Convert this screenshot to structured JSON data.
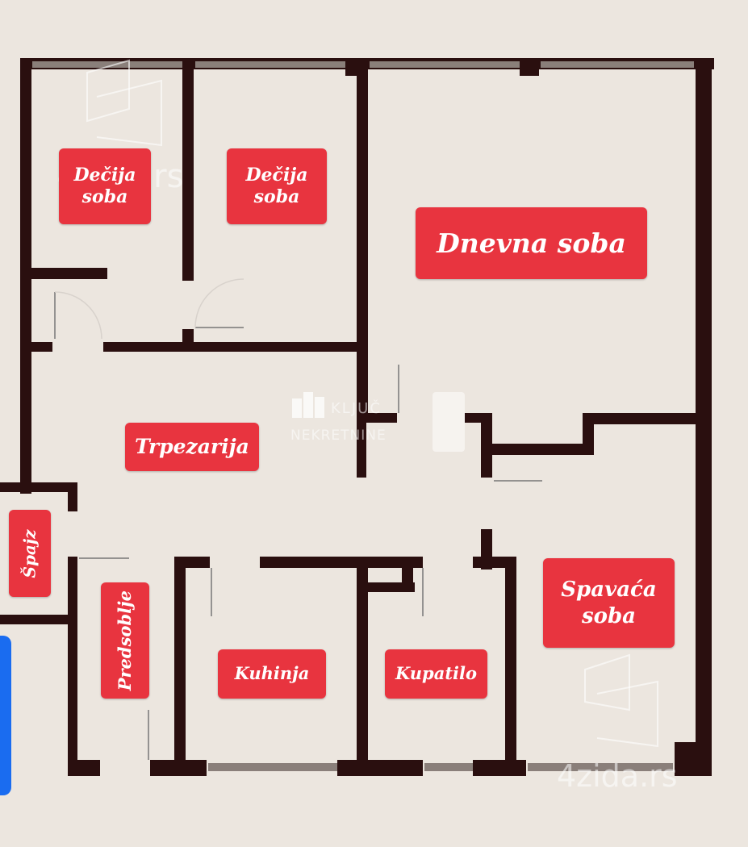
{
  "colors": {
    "background": "#ece6df",
    "wall": "#2a0f0f",
    "window": "#8a7f7a",
    "label_bg": "#e8343f",
    "label_text": "#ffffff",
    "edge_tab": "#1a6cf0"
  },
  "rooms": {
    "kids_room_1": {
      "line1": "Dečija",
      "line2": "soba"
    },
    "kids_room_2": {
      "line1": "Dečija",
      "line2": "soba"
    },
    "living_room": {
      "label": "Dnevna soba"
    },
    "dining": {
      "label": "Trpezarija"
    },
    "pantry": {
      "label": "Špajz"
    },
    "hallway": {
      "label": "Predsoblje"
    },
    "kitchen": {
      "label": "Kuhinja"
    },
    "bathroom": {
      "label": "Kupatilo"
    },
    "bedroom": {
      "line1": "Spavaća",
      "line2": "soba"
    }
  },
  "watermarks": {
    "site_top": "4zida.rs",
    "site_bottom": "4zida.rs",
    "agency_line1": "KLJUČ",
    "agency_line2": "NEKRETNINE"
  },
  "icons": {
    "logo": "building-logo-icon",
    "side_tab": "blue-edge-tab"
  }
}
